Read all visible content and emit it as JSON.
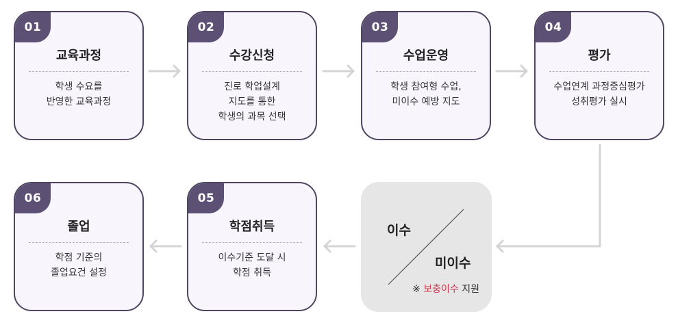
{
  "steps": [
    {
      "num": "01",
      "title": "교육과정",
      "desc": "학생 수요를\n반영한 교육과정"
    },
    {
      "num": "02",
      "title": "수강신청",
      "desc": "진로 학업설계\n지도를 통한\n학생의 과목 선택"
    },
    {
      "num": "03",
      "title": "수업운영",
      "desc": "학생 참여형 수업,\n미이수 예방 지도"
    },
    {
      "num": "04",
      "title": "평가",
      "desc": "수업연계 과정중심평가\n성취평가 실시"
    },
    {
      "num": "05",
      "title": "학점취득",
      "desc": "이수기준 도달 시\n학점 취득"
    },
    {
      "num": "06",
      "title": "졸업",
      "desc": "학점 기준의\n졸업요건 설정"
    }
  ],
  "branch": {
    "completed": "이수",
    "not_completed": "미이수",
    "note_prefix": "※ ",
    "note_highlight": "보충이수",
    "note_suffix": " 지원"
  },
  "colors": {
    "badge": "#5c5174",
    "border": "#4f4561",
    "card_bg": "#f8f6fc",
    "arrow": "#d4d4d4",
    "highlight": "#d0384f",
    "branch_bg": "#e6e6e6"
  }
}
